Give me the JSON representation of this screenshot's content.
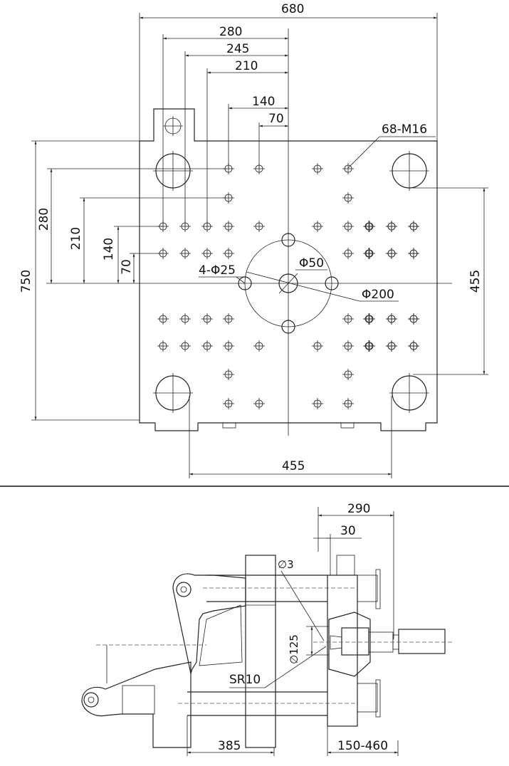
{
  "platen": {
    "width_label": "680",
    "height_label": "750",
    "x280": "280",
    "x245": "245",
    "x210": "210",
    "x140": "140",
    "x70": "70",
    "tapped_holes": "68-M16",
    "y280": "280",
    "y210": "210",
    "y140": "140",
    "y70": "70",
    "locating_holes": "4-Φ25",
    "center_hole": "Φ50",
    "locating_circle": "Φ200",
    "tie_bar_v": "455",
    "tie_bar_h": "455"
  },
  "side": {
    "dim_290": "290",
    "dim_30": "30",
    "dim_d3": "∅3",
    "dim_d125": "∅125",
    "sr10": "SR10",
    "dim_385": "385",
    "dim_150_460": "150-460"
  }
}
